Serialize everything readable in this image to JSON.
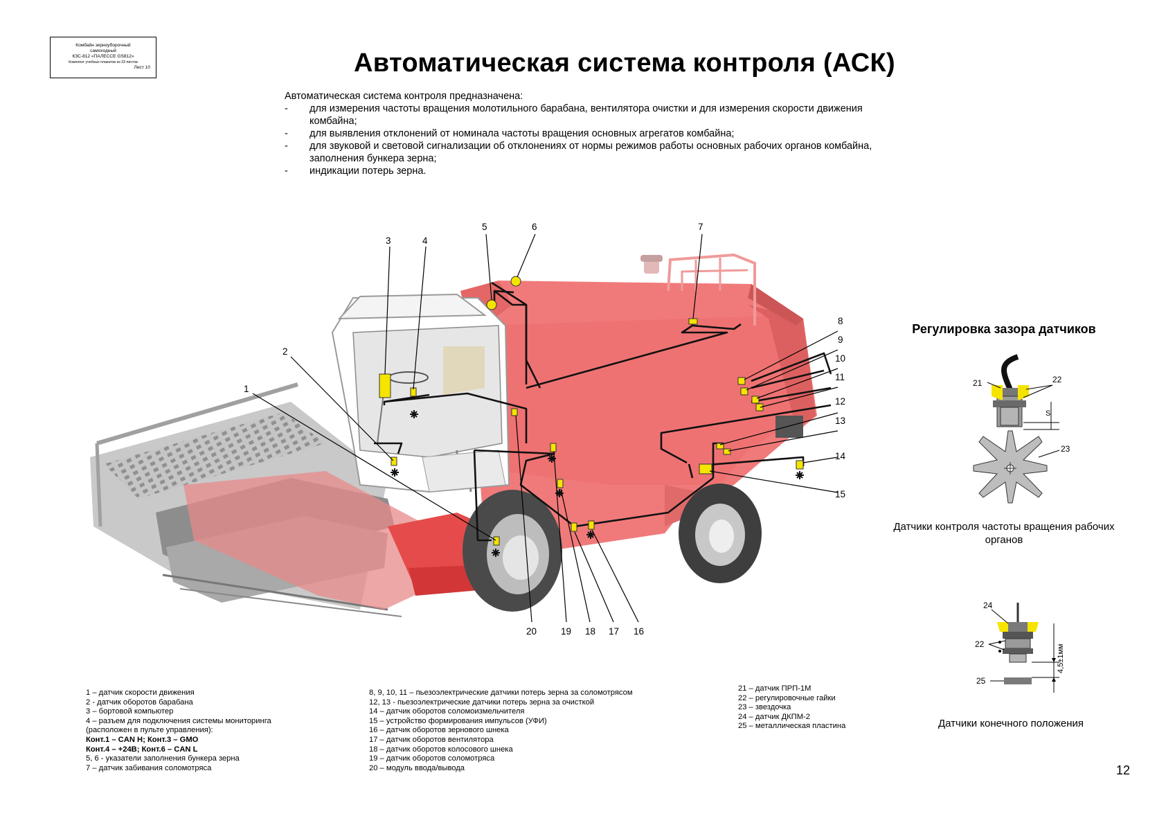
{
  "stamp": {
    "lines": [
      "Комбайн зерноуборочный",
      "самоходный",
      "КЗС-812 «ПАЛЕССЕ GS812»",
      "Комплект учебных плакатов из 33 листов"
    ],
    "sheet": "Лист 10"
  },
  "title": "Автоматическая система контроля (АСК)",
  "intro": {
    "lead": "Автоматическая система контроля предназначена:",
    "items": [
      "для измерения частоты вращения молотильного барабана, вентилятора очистки и для измерения скорости движения комбайна;",
      "для выявления отклонений от номинала частоты вращения основных агрегатов комбайна;",
      "для звуковой и световой сигнализации об отклонениях от нормы режимов работы основных рабочих органов комбайна, заполнения бункера зерна;",
      "индикации потерь зерна."
    ]
  },
  "callouts": [
    "1",
    "2",
    "3",
    "4",
    "5",
    "6",
    "7",
    "8",
    "9",
    "10",
    "11",
    "12",
    "13",
    "14",
    "15",
    "16",
    "17",
    "18",
    "19",
    "20"
  ],
  "regulation": {
    "title": "Регулировка зазора датчиков",
    "top_labels": [
      "21",
      "22",
      "23",
      "S"
    ],
    "top_caption": "Датчики контроля частоты вращения рабочих органов",
    "bottom_labels": [
      "24",
      "22",
      "25",
      "4,5±1мм"
    ],
    "bottom_caption": "Датчики конечного положения"
  },
  "legend": {
    "col1": [
      "1 – датчик скорости движения",
      "2 - датчик оборотов барабана",
      "3 – бортовой компьютер",
      "4 – разъем для подключения системы мониторинга",
      "(расположен в пульте управления):",
      "Конт.1 – CAN H;     Конт.3 – GMO",
      "Конт.4 – +24В;       Конт.6 – CAN L",
      "5, 6 - указатели заполнения бункера зерна",
      "7 – датчик забивания соломотряса"
    ],
    "col2": [
      "8, 9, 10, 11 – пьезоэлектрические датчики потерь зерна за соломотрясом",
      "12, 13 - пьезоэлектрические датчики потерь зерна за очисткой",
      "14 – датчик оборотов соломоизмельчителя",
      "15 – устройство формирования импульсов (УФИ)",
      "16 – датчик оборотов зернового шнека",
      "17 – датчик оборотов вентилятора",
      "18 – датчик оборотов колосового шнека",
      "19 – датчик оборотов соломотряса",
      "20 – модуль ввода/вывода"
    ],
    "col3": [
      "21 – датчик ПРП-1М",
      "22 – регулировочные гайки",
      "23 – звездочка",
      "24 – датчик ДКПМ-2",
      "25 – металлическая  пластина"
    ]
  },
  "page_number": "12",
  "colors": {
    "body": "#f07a7a",
    "body_dark": "#d85c5c",
    "header": "#b8b8b8",
    "sensor": "#f5e400",
    "wire": "#111111"
  }
}
